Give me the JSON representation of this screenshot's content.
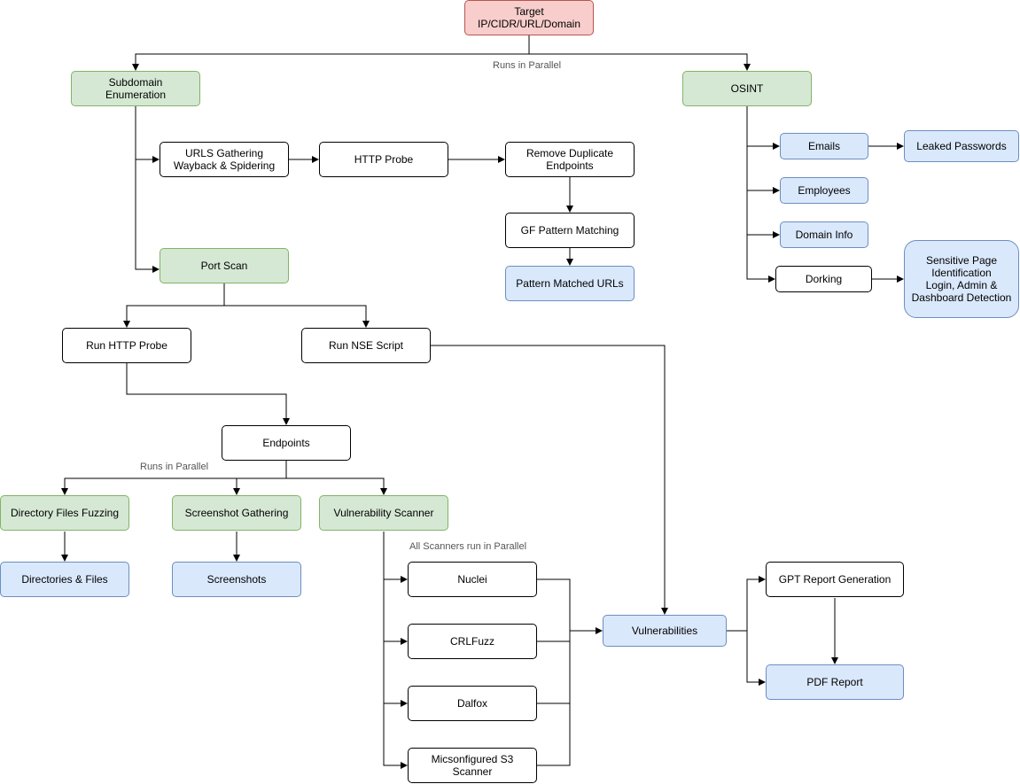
{
  "nodes": {
    "target": "Target\nIP/CIDR/URL/Domain",
    "subdomain": "Subdomain\nEnumeration",
    "osint": "OSINT",
    "urls": "URLS Gathering\nWayback & Spidering",
    "httpprobe": "HTTP Probe",
    "removedup": "Remove Duplicate\nEndpoints",
    "gf": "GF Pattern Matching",
    "patternurls": "Pattern Matched URLs",
    "emails": "Emails",
    "leaked": "Leaked Passwords",
    "employees": "Employees",
    "domaininfo": "Domain Info",
    "dorking": "Dorking",
    "sensitive": "Sensitive Page\nIdentification\nLogin, Admin &\nDashboard Detection",
    "portscan": "Port Scan",
    "runhttp": "Run HTTP Probe",
    "runnse": "Run NSE Script",
    "endpoints": "Endpoints",
    "dirfuzz": "Directory Files Fuzzing",
    "screenshot": "Screenshot Gathering",
    "vulnscan": "Vulnerability Scanner",
    "dirfiles": "Directories & Files",
    "screenshots": "Screenshots",
    "nuclei": "Nuclei",
    "crlfuzz": "CRLFuzz",
    "dalfox": "Dalfox",
    "s3": "Micsonfigured S3\nScanner",
    "vulns": "Vulnerabilities",
    "gpt": "GPT Report Generation",
    "pdf": "PDF Report"
  },
  "labels": {
    "parallel_top": "Runs in Parallel",
    "parallel_mid": "Runs in Parallel",
    "scanners_parallel": "All Scanners run in Parallel"
  },
  "colors": {
    "red_fill": "#f8cecc",
    "green_fill": "#d5e8d4",
    "blue_fill": "#dae8fc",
    "line": "#000000"
  }
}
